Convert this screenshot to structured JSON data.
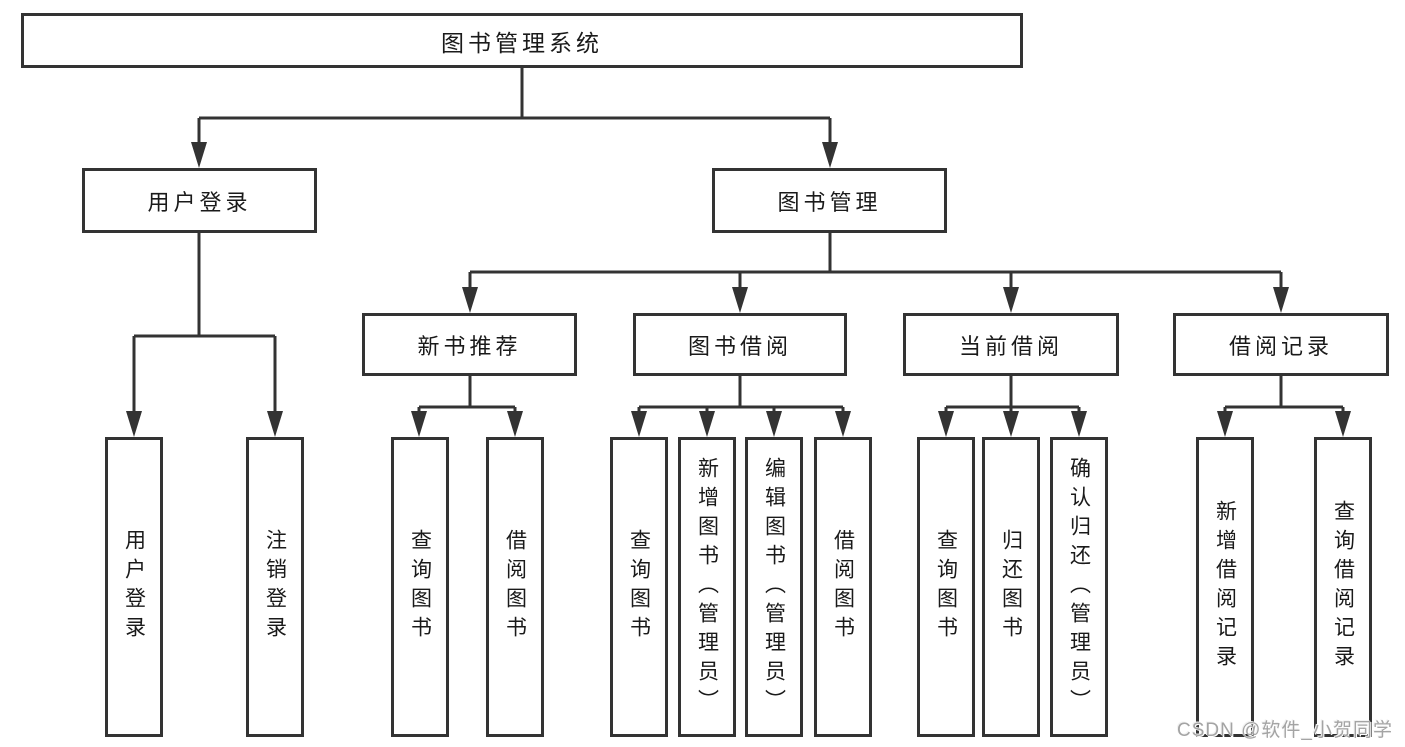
{
  "tree": {
    "root": {
      "label": "图书管理系统"
    },
    "branches": [
      {
        "label": "用户登录",
        "children": [
          {
            "label": "用户登录"
          },
          {
            "label": "注销登录"
          }
        ]
      },
      {
        "label": "图书管理",
        "sections": [
          {
            "label": "新书推荐",
            "children": [
              {
                "label": "查询图书"
              },
              {
                "label": "借阅图书"
              }
            ]
          },
          {
            "label": "图书借阅",
            "children": [
              {
                "label": "查询图书"
              },
              {
                "label": "新增图书（管理员）"
              },
              {
                "label": "编辑图书（管理员）"
              },
              {
                "label": "借阅图书"
              }
            ]
          },
          {
            "label": "当前借阅",
            "children": [
              {
                "label": "查询图书"
              },
              {
                "label": "归还图书"
              },
              {
                "label": "确认归还（管理员）"
              }
            ]
          },
          {
            "label": "借阅记录",
            "children": [
              {
                "label": "新增借阅记录"
              },
              {
                "label": "查询借阅记录"
              }
            ]
          }
        ]
      }
    ]
  },
  "watermark": {
    "text": "CSDN @软件_小贺同学"
  },
  "colors": {
    "line": "#333333",
    "text": "#1a1a1a",
    "box_background": "#ffffff",
    "watermark": "#a4a4a4"
  }
}
